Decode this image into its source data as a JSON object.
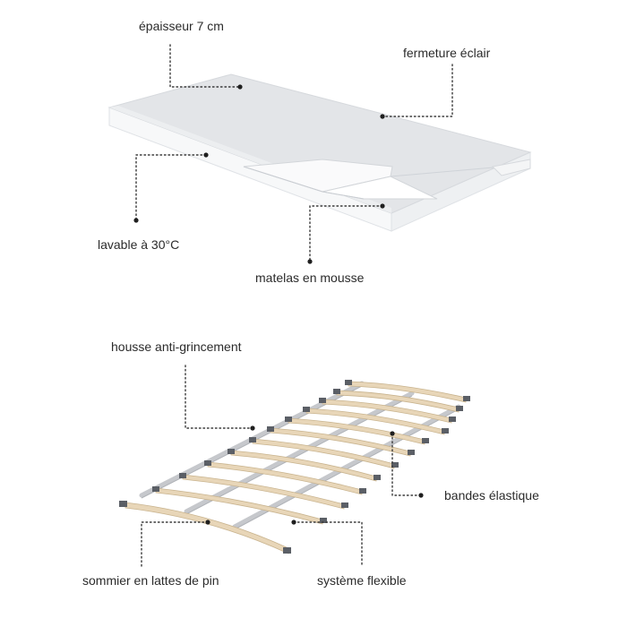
{
  "labels": {
    "thickness": "épaisseur 7 cm",
    "zipper": "fermeture éclair",
    "washable": "lavable à 30°C",
    "foam": "matelas en mousse",
    "anti_squeak": "housse anti-grincement",
    "elastic_bands": "bandes élastique",
    "slats": "sommier en lattes de pin",
    "flex_system": "système flexible"
  },
  "colors": {
    "mattress_top": "#e4e6e9",
    "mattress_side": "#f6f7f8",
    "slat_wood": "#e8d6b8",
    "slat_cap": "#5b5f66",
    "strap": "#c4c6ca",
    "leader": "#3a3a3a"
  }
}
